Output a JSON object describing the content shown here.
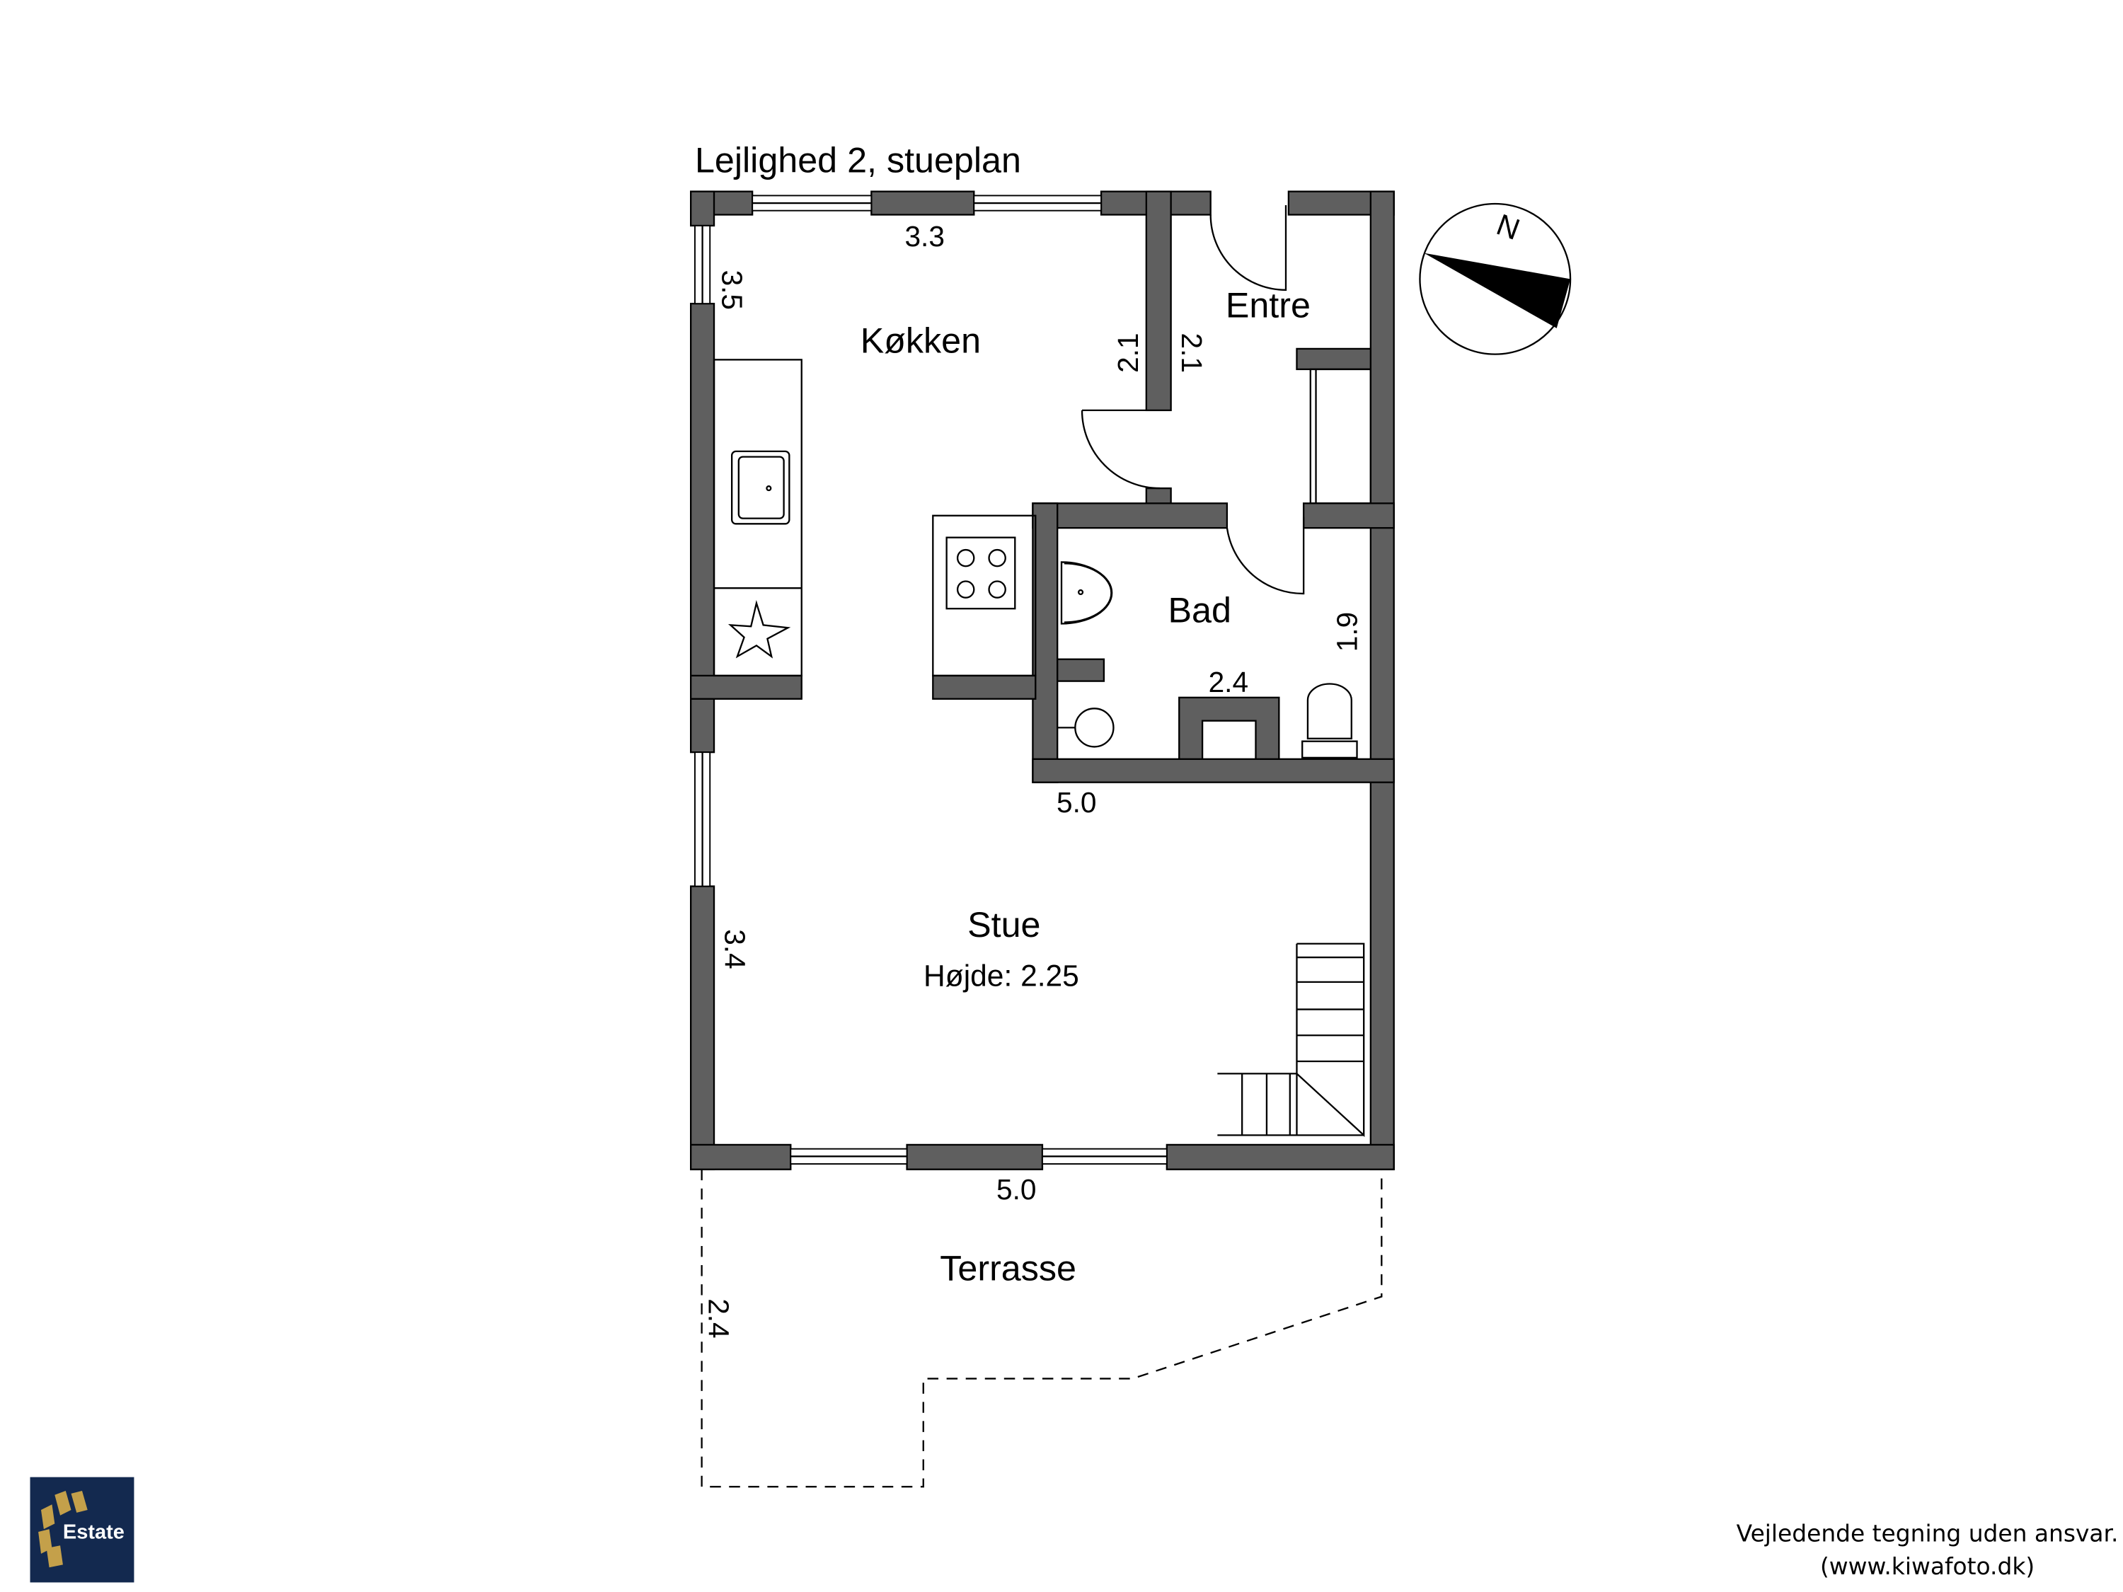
{
  "title": "Lejlighed 2, stueplan",
  "rooms": {
    "kitchen": "Køkken",
    "entry": "Entre",
    "bath": "Bad",
    "living": "Stue",
    "living_height": "Højde: 2.25",
    "terrace": "Terrasse"
  },
  "dimensions": {
    "kitchen_width": "3.3",
    "kitchen_length": "3.5",
    "kitchen_wall": "2.1",
    "entry_wall": "2.1",
    "bath_length": "1.9",
    "bath_width": "2.4",
    "living_top": "5.0",
    "living_left": "3.4",
    "living_bottom": "5.0",
    "terrace_depth": "2.4"
  },
  "compass": {
    "label": "N",
    "icon": "north-arrow-icon"
  },
  "logo": {
    "text": "Estate",
    "colors": {
      "background": "#13294f",
      "accent": "#c4a04a"
    }
  },
  "footer": {
    "disclaimer": "Vejledende tegning uden ansvar.",
    "website": "(www.kiwafoto.dk)"
  },
  "colors": {
    "wall": "#5f5f5f"
  }
}
